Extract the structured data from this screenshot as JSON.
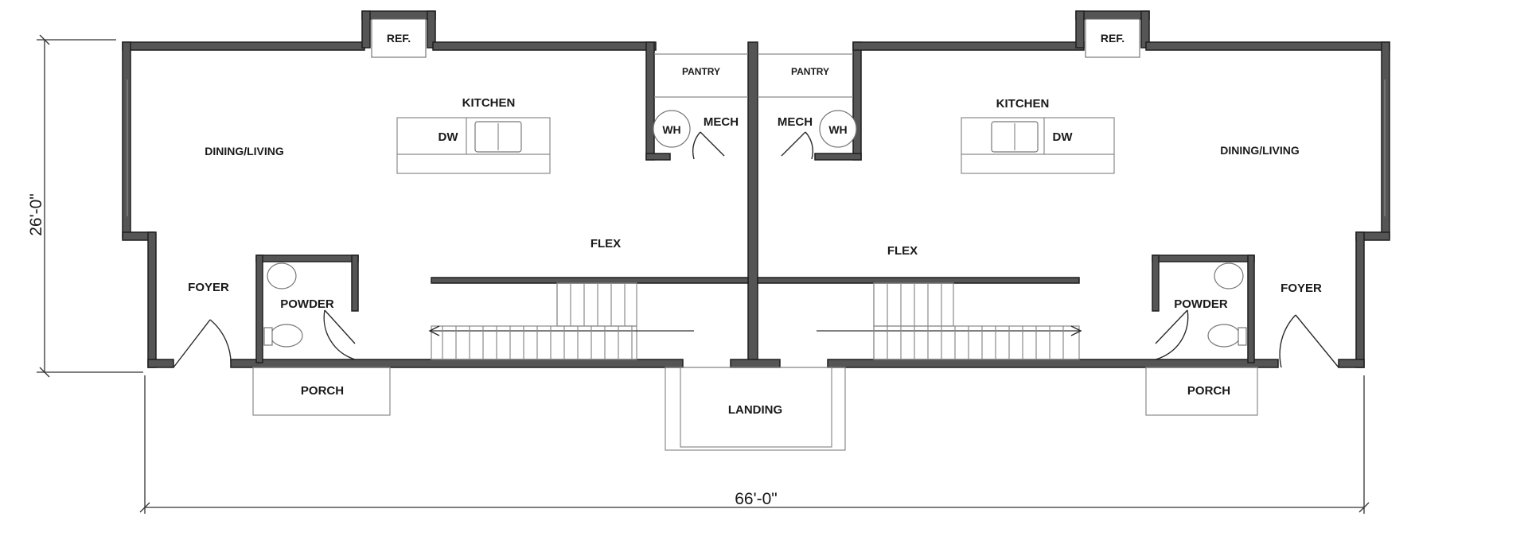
{
  "dimensions": {
    "width": "66'-0\"",
    "depth": "26'-0\""
  },
  "left_unit": {
    "ref": "REF.",
    "pantry": "PANTRY",
    "kitchen": "KITCHEN",
    "dw": "DW",
    "wh": "WH",
    "mech": "MECH",
    "dining_living": "DINING/LIVING",
    "flex": "FLEX",
    "foyer": "FOYER",
    "powder": "POWDER",
    "porch": "PORCH"
  },
  "right_unit": {
    "ref": "REF.",
    "pantry": "PANTRY",
    "kitchen": "KITCHEN",
    "dw": "DW",
    "wh": "WH",
    "mech": "MECH",
    "dining_living": "DINING/LIVING",
    "flex": "FLEX",
    "foyer": "FOYER",
    "powder": "POWDER",
    "porch": "PORCH"
  },
  "shared": {
    "landing": "LANDING"
  }
}
